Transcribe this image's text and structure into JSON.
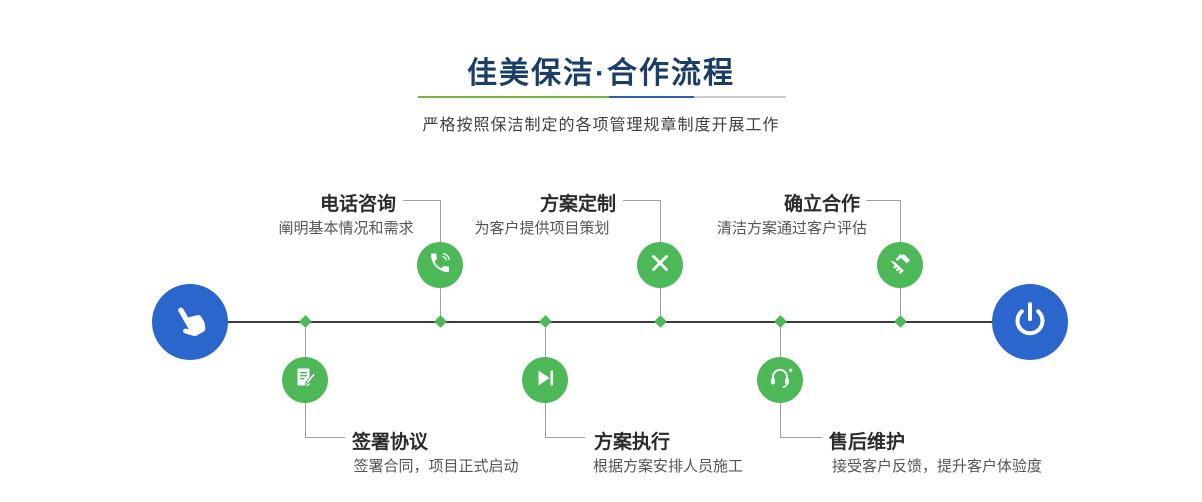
{
  "header": {
    "title": "佳美保洁·合作流程",
    "subtitle": "严格按照保洁制定的各项管理规章制度开展工作"
  },
  "colors": {
    "title_navy": "#1b3e66",
    "node_green": "#4cb857",
    "endpoint_blue": "#2b66cc",
    "divider_green": "#76b43f",
    "divider_blue": "#2b5fa8",
    "timeline_dark": "#3c3c3c",
    "connector_gray": "#a0a0a0"
  },
  "timeline": {
    "start_icon": "pointer-hand-icon",
    "end_icon": "power-icon",
    "steps_top": [
      {
        "label": "电话咨询",
        "desc": "阐明基本情况和需求",
        "icon": "phone-icon"
      },
      {
        "label": "方案定制",
        "desc": "为客户提供项目策划",
        "icon": "design-tools-icon"
      },
      {
        "label": "确立合作",
        "desc": "清洁方案通过客户评估",
        "icon": "handshake-icon"
      }
    ],
    "steps_bottom": [
      {
        "label": "签署协议",
        "desc": "签署合同，项目正式启动",
        "icon": "contract-icon"
      },
      {
        "label": "方案执行",
        "desc": "根据方案安排人员施工",
        "icon": "play-execute-icon"
      },
      {
        "label": "售后维护",
        "desc": "接受客户反馈，提升客户体验度",
        "icon": "headset-icon"
      }
    ]
  }
}
